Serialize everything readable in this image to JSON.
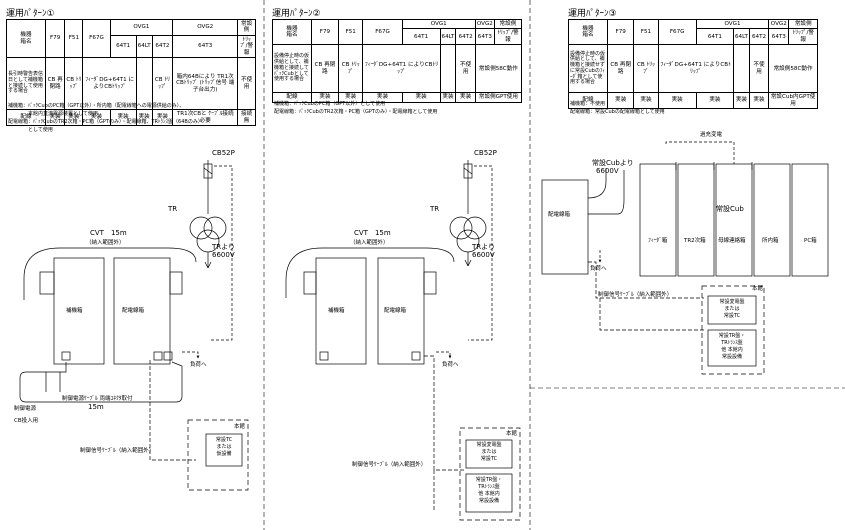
{
  "patterns": [
    {
      "title": "運用ﾊﾟﾀｰﾝ①",
      "table": {
        "corner_top": "機器",
        "corner_bottom": "箱名",
        "h_f79": "F79",
        "h_f51": "F51",
        "h_f67g": "F67G",
        "h_ovg1": "OVG1",
        "h_ovg2": "OVG2",
        "h_jousetsu": "常設側",
        "h_64t1": "64T1",
        "h_64lt": "64LT",
        "h_64t2": "64T2",
        "h_64t3": "64T3",
        "h_sep": "ﾄﾘｯﾌﾟ/警報",
        "desc": "長引時警告表信日として補機箱と接続して使用する場合",
        "c_f79": "CB 再閉路",
        "c_f51": "CB ﾄﾘｯﾌﾟ",
        "c_ovg1": "ﾌｨｰﾀﾞDG+64T1 によりCBﾄﾘｯﾌﾟ",
        "c_64t2": "CB ﾄﾘｯﾌﾟ",
        "c_64t3": "箱内64Bにより TR1次CBﾄﾘｯﾌﾟ (ﾄﾘｯﾌﾟ信号 端子台出力)",
        "c_jousetsu": "不使用",
        "f_label": "配線",
        "f_f79": "実装",
        "f_f51": "実装",
        "f_f67g": "実装",
        "f_64t1": "実装",
        "f_64lt": "実装",
        "f_64t2": "実装",
        "f_64t3": "TR1次CBと ｹｰﾌﾞﾙ接続必要",
        "f_jousetsu": "接続無"
      },
      "notes": [
        "補機箱：ﾊﾟｯｸCubのPC箱（GPT以外）・所内箱（配電線箱への電源供給のみ）、",
        "　　　　本館内直流電源装置として使用",
        "配電線箱：ﾊﾟｯｸCubのTR2次箱・PC箱（GPTのみ）・配電線箱、TRﾄﾗﾝｽ盤（64Bのみ）",
        "　　　　として使用"
      ],
      "labels": {
        "cb52p": "CB52P",
        "tr": "TR",
        "tr_from": "TRより",
        "voltage": "6600V",
        "cvt": "CVT　15m",
        "cvt_sub": "（納入範囲外）",
        "box_left": "補機箱",
        "box_right": "配電線箱",
        "to_load": "負荷へ",
        "ctrl_cable": "制御電源ｹｰﾌﾞﾙ 両端ｺﾈｸﾀ取付",
        "ctrl_len": "15m",
        "ctrl_in": "制御電源",
        "cb_in": "CB投入用",
        "signal_cable": "制御信号ｹｰﾌﾞﾙ（納入範囲外）",
        "honkan": "本館",
        "dest1": [
          "常設TC",
          "または",
          "仮設備"
        ]
      }
    },
    {
      "title": "運用ﾊﾟﾀｰﾝ②",
      "table": {
        "corner_top": "機器",
        "corner_bottom": "箱名",
        "h_f79": "F79",
        "h_f51": "F51",
        "h_f67g": "F67G",
        "h_ovg1": "OVG1",
        "h_ovg2": "OVG2",
        "h_jousetsu": "常設側",
        "h_64t1": "64T1",
        "h_64lt": "64LT",
        "h_64t2": "64T2",
        "h_64t3": "64T3",
        "h_sep": "ﾄﾘｯﾌﾟ/警報",
        "desc": "設備停止時の仮供給として、補機箱と接続してﾊﾟｯｸCubとして使用する場合",
        "c_f79": "CB 再閉路",
        "c_f51": "CB ﾄﾘｯﾌﾟ",
        "c_ovg1": "ﾌｨｰﾀﾞDG+64T1 によりCBﾄﾘｯﾌﾟ",
        "c_64t2": "不使用",
        "c_rest": "常設側58C動作",
        "f_label": "配線",
        "f_f79": "実装",
        "f_f51": "実装",
        "f_f67g": "実装",
        "f_64t1": "実装",
        "f_64lt": "実装",
        "f_64t2": "実装",
        "f_rest": "常設側GPT使用"
      },
      "notes": [
        "補機箱：ﾊﾟｯｸCubのPC箱（GPT以外）として使用",
        "配電線箱：ﾊﾟｯｸCubのTR2次箱・PC箱（GPTのみ）・配電線箱として使用"
      ],
      "labels": {
        "cb52p": "CB52P",
        "tr": "TR",
        "tr_from": "TRより",
        "voltage": "6600V",
        "cvt": "CVT　15m",
        "cvt_sub": "（納入範囲外）",
        "box_left": "補機箱",
        "box_right": "配電線箱",
        "to_load": "負荷へ",
        "signal_cable": "制御信号ｹｰﾌﾞﾙ（納入範囲外）",
        "honkan": "本館",
        "dest1": [
          "常設変電盤",
          "または",
          "常設TC"
        ],
        "dest2": [
          "常設TR盤・",
          "TRﾄﾗﾝｽ盤",
          "他 本館内",
          "常設設備"
        ]
      }
    },
    {
      "title": "運用ﾊﾟﾀｰﾝ③",
      "table": {
        "corner_top": "機器",
        "corner_bottom": "箱名",
        "h_f79": "F79",
        "h_f51": "F51",
        "h_f67g": "F67G",
        "h_ovg1": "OVG1",
        "h_ovg2": "OVG2",
        "h_jousetsu": "常設側",
        "h_64t1": "64T1",
        "h_64lt": "64LT",
        "h_64t2": "64T2",
        "h_64t3": "64T3",
        "h_sep": "ﾄﾘｯﾌﾟ/警報",
        "desc": "設備停止時の仮供給として、補機箱と接続せずに常設Cubのﾌｨｰﾀﾞ箱として使用する場合",
        "c_f79": "CB 再閉路",
        "c_f51": "CB ﾄﾘｯﾌﾟ",
        "c_ovg1": "ﾌｨｰﾀﾞDG+64T1 によりCBﾄﾘｯﾌﾟ",
        "c_64t2": "不使用",
        "c_rest": "常設側58C動作",
        "f_label": "配線",
        "f_f79": "実装",
        "f_f51": "実装",
        "f_f67g": "実装",
        "f_64t1": "実装",
        "f_64lt": "実装",
        "f_64t2": "実装",
        "f_rest": "常設Cub内GPT使用"
      },
      "notes": [
        "補機箱：不使用",
        "配電線箱：常設Cubの配電線箱として使用"
      ],
      "labels": {
        "over_transformer": "過充変電",
        "cub_from": "常設Cubより",
        "voltage": "6600V",
        "box_dist": "配電線箱",
        "jousetsu_cub": "常設Cub",
        "panels": [
          "ﾌｨｰﾀﾞ箱",
          "TR2次箱",
          "母線連絡箱",
          "所内箱",
          "PC箱"
        ],
        "to_load": "負荷へ",
        "signal_cable": "制御信号ｹｰﾌﾞﾙ（納入範囲外）",
        "honkan": "本館",
        "dest1": [
          "常設変電盤",
          "または",
          "常設TC"
        ],
        "dest2": [
          "常設TR盤・",
          "TRﾄﾗﾝｽ盤",
          "他 本館内",
          "常設設備"
        ]
      }
    }
  ]
}
